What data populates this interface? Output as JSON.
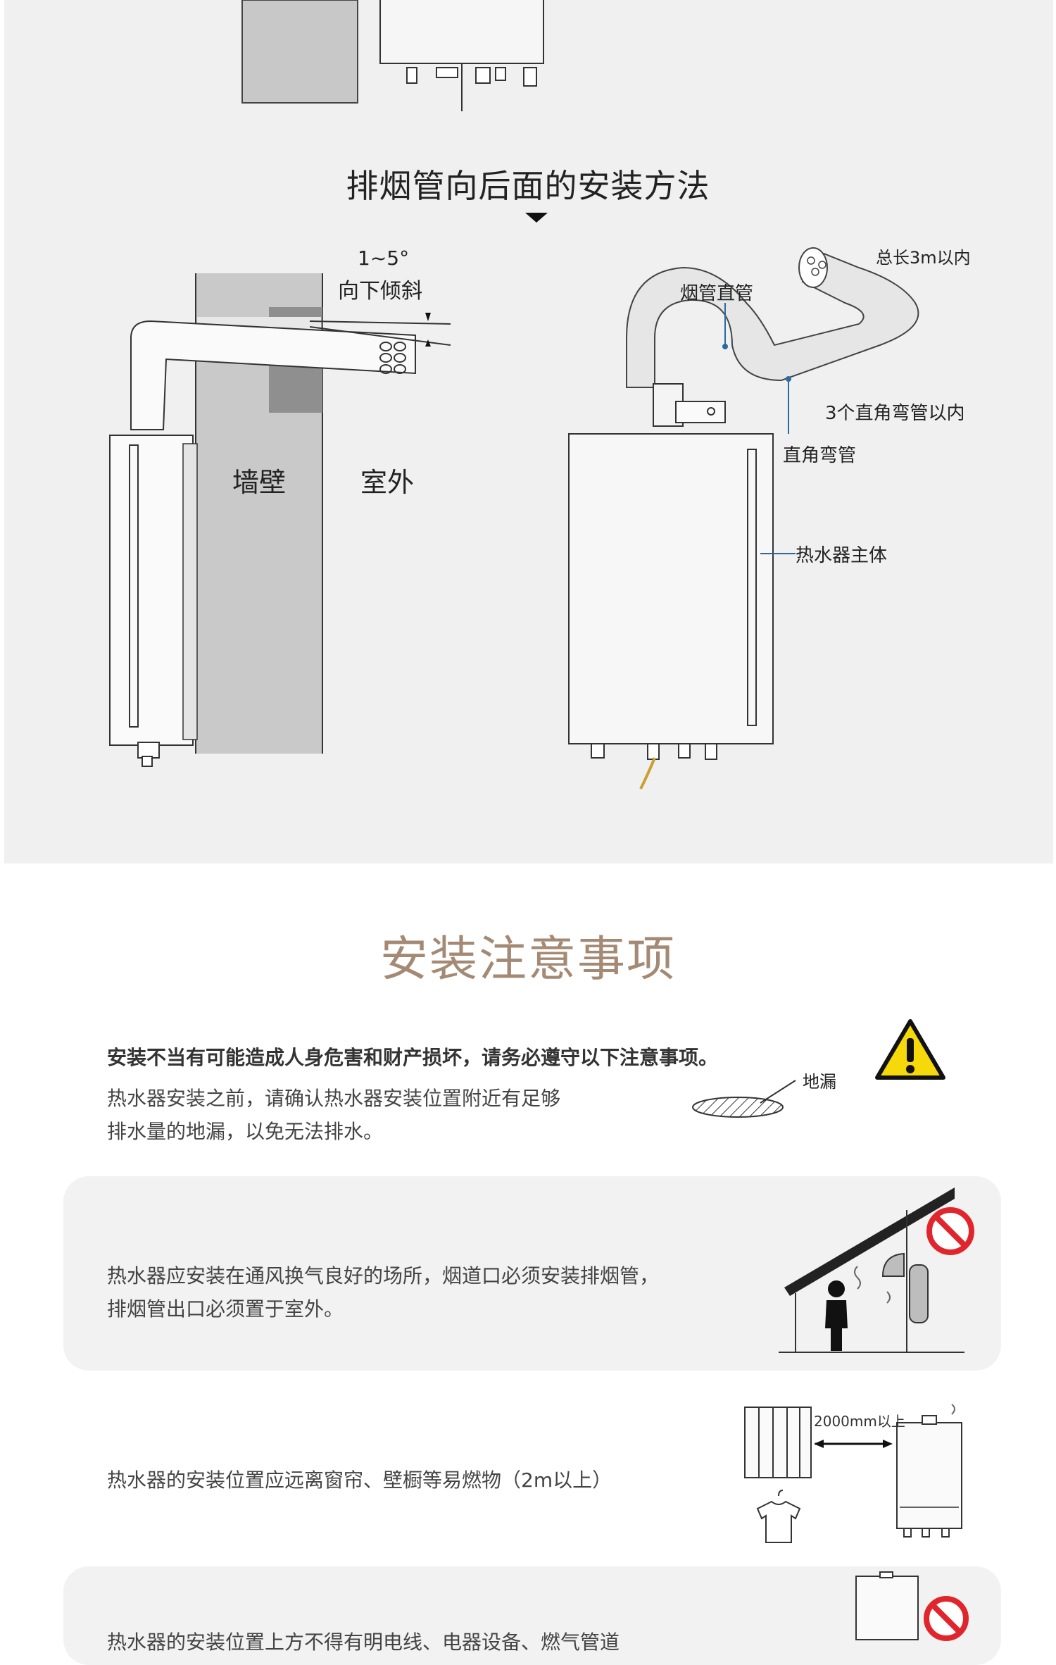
{
  "diagram": {
    "title": "排烟管向后面的安装方法",
    "angle_line1": "1~5°",
    "angle_line2": "向下倾斜",
    "wall_label": "墙壁",
    "outdoor_label": "室外",
    "total_length": "总长3m以内",
    "straight_pipe": "烟管直管",
    "elbow_limit": "3个直角弯管以内",
    "elbow": "直角弯管",
    "heater_body": "热水器主体"
  },
  "notes": {
    "section_title": "安装注意事项",
    "warning": "安装不当有可能造成人身危害和财产损坏，请务必遵守以下注意事项。",
    "item1_line1": "热水器安装之前，请确认热水器安装位置附近有足够",
    "item1_line2": "排水量的地漏，以免无法排水。",
    "floor_drain": "地漏",
    "item2_line1": "热水器应安装在通风换气良好的场所，烟道口必须安装排烟管，",
    "item2_line2": "排烟管出口必须置于室外。",
    "item3": "热水器的安装位置应远离窗帘、壁橱等易燃物（2m以上）",
    "distance": "2000mm以上",
    "item4_partial": "热水器的安装位置上方不得有明电线、电器设备、燃气管道"
  },
  "colors": {
    "panel_bg": "#f0f0f0",
    "section_title": "#a48a74",
    "card_bg": "#f2f2f2",
    "callout_blue": "#2b6aa0",
    "warning_yellow": "#f5d90a",
    "prohibit_red": "#e0262c"
  }
}
